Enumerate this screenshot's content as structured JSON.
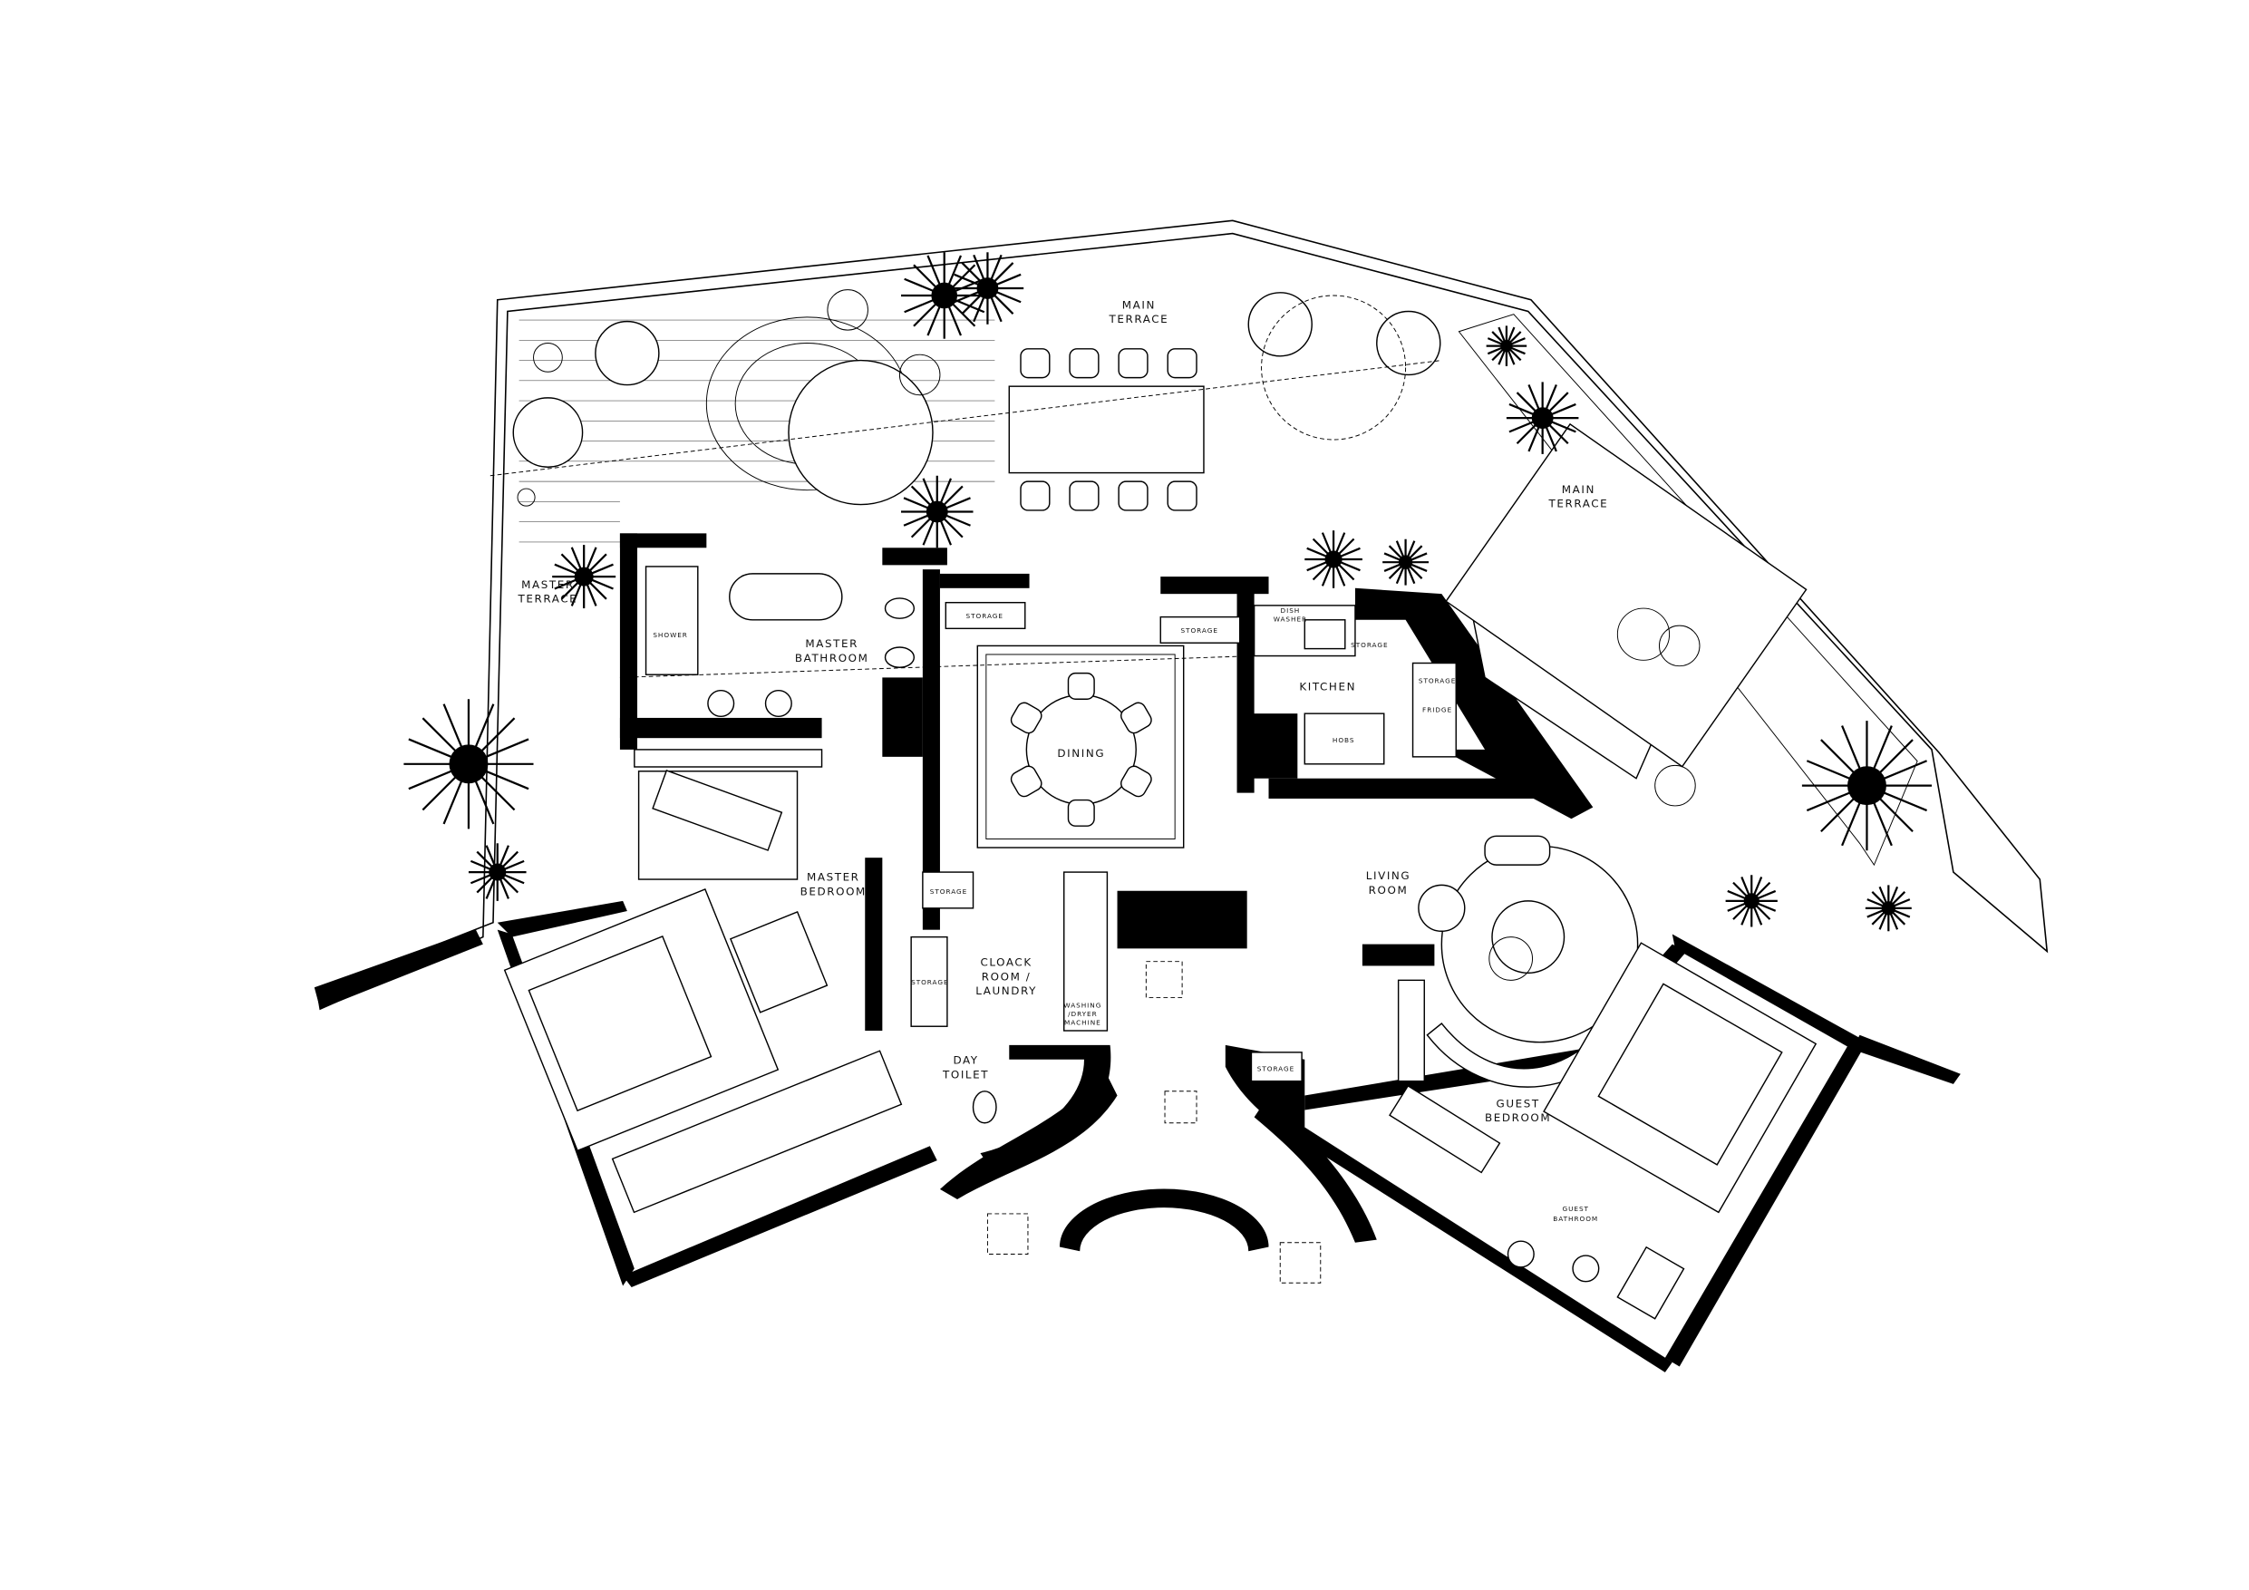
{
  "plan": {
    "rooms": {
      "main_terrace_top": [
        "MAIN",
        "TERRACE"
      ],
      "main_terrace_right": [
        "MAIN",
        "TERRACE"
      ],
      "master_terrace": [
        "MASTER",
        "TERRACE"
      ],
      "master_bathroom": [
        "MASTER",
        "BATHROOM"
      ],
      "shower": "SHOWER",
      "dining": "DINING",
      "kitchen": "KITCHEN",
      "master_bedroom": [
        "MASTER",
        "BEDROOM"
      ],
      "living_room": [
        "LIVING",
        "ROOM"
      ],
      "cloack_room": [
        "CLOACK",
        "ROOM /",
        "LAUNDRY"
      ],
      "washing_machine": [
        "WASHING",
        "/DRYER",
        "MACHINE"
      ],
      "day_toilet": [
        "DAY",
        "TOILET"
      ],
      "guest_bedroom": [
        "GUEST",
        "BEDROOM"
      ],
      "guest_bathroom": [
        "GUEST",
        "BATHROOM"
      ]
    },
    "fixtures": {
      "storage_dining_left": "STORAGE",
      "storage_dining_right": "STORAGE",
      "dish_washer": [
        "DISH",
        "WASHER"
      ],
      "storage_kitchen_top": "STORAGE",
      "storage_kitchen_right": "STORAGE",
      "fridge": "FRIDGE",
      "hobs": "HOBS",
      "storage_cloak_top": "STORAGE",
      "storage_cloak_left": "STORAGE",
      "storage_living": "STORAGE"
    }
  }
}
